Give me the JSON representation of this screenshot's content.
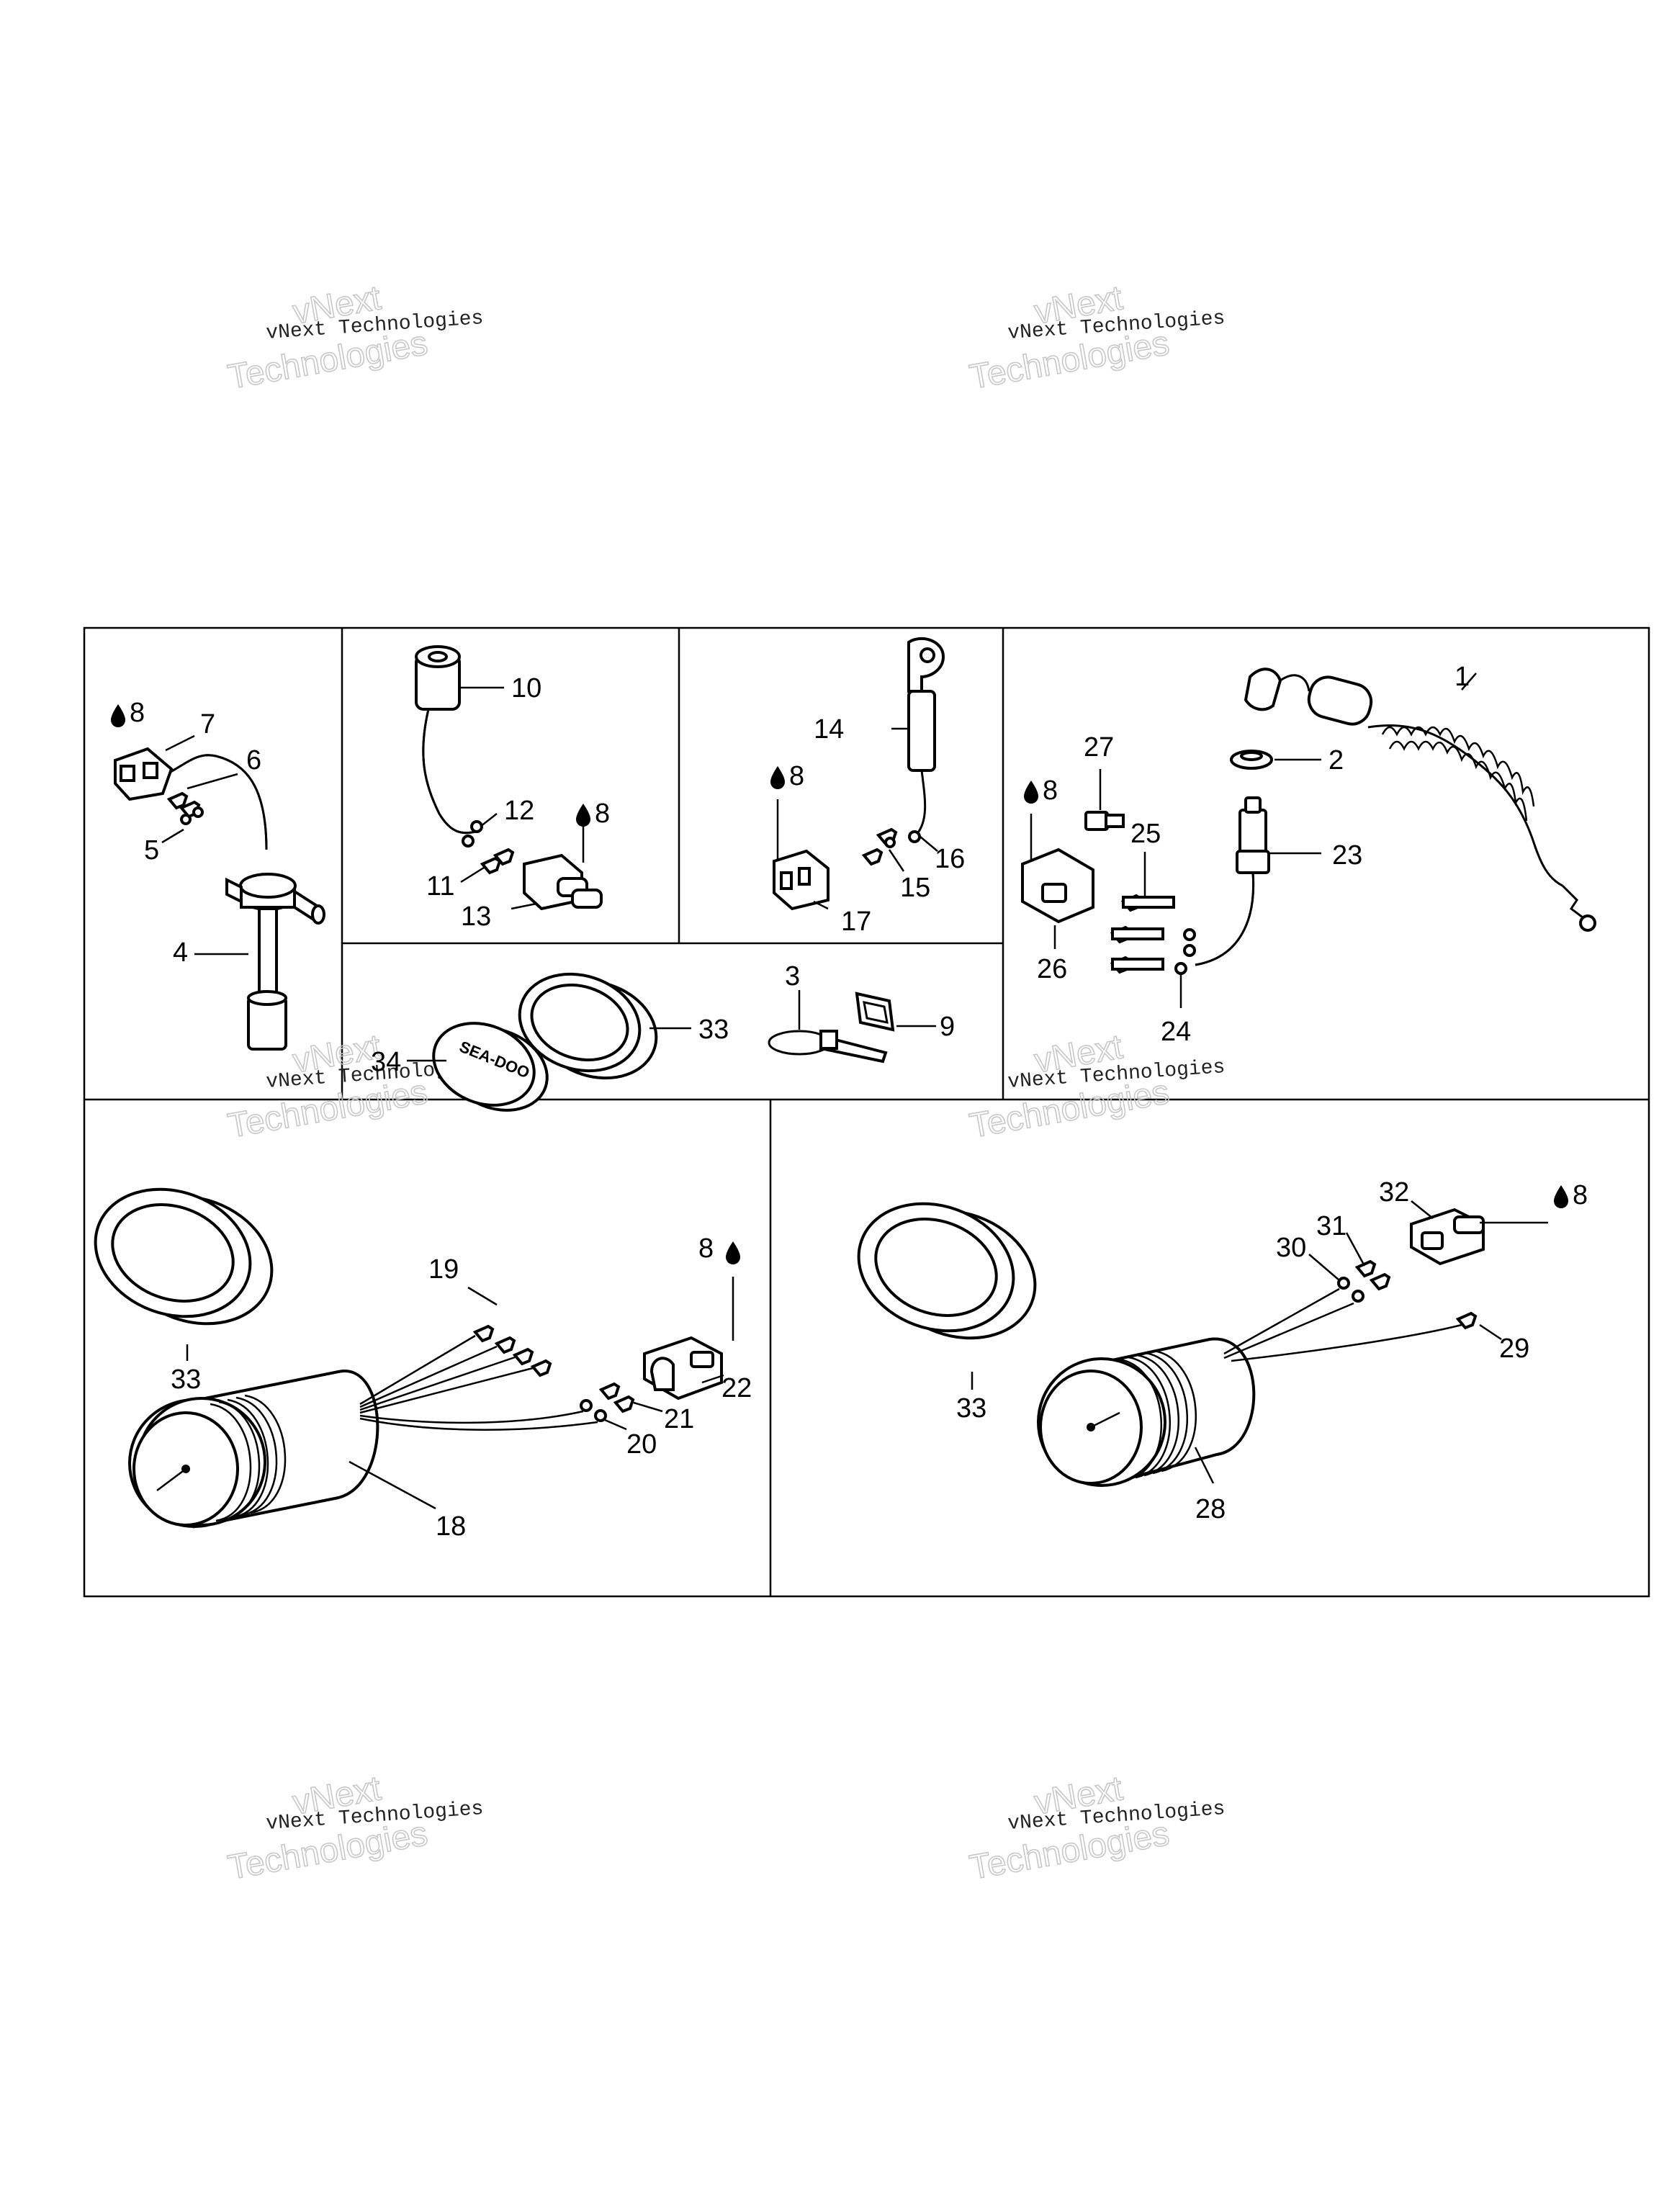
{
  "watermark": {
    "line1": "vNext",
    "line2": "vNext Technologies",
    "line3": "Technologies"
  },
  "callouts": [
    "1",
    "2",
    "3",
    "4",
    "5",
    "6",
    "7",
    "8",
    "9",
    "10",
    "11",
    "12",
    "13",
    "14",
    "15",
    "16",
    "17",
    "18",
    "19",
    "20",
    "21",
    "22",
    "23",
    "24",
    "25",
    "26",
    "27",
    "28",
    "29",
    "30",
    "31",
    "32",
    "33",
    "34"
  ],
  "part_sets": [
    {
      "name": "fuel-level-sensor",
      "parts": [
        "4",
        "5",
        "6",
        "7",
        "8"
      ]
    },
    {
      "name": "sensor-harness",
      "parts": [
        "10",
        "11",
        "12",
        "13",
        "8"
      ]
    },
    {
      "name": "ground-lead",
      "parts": [
        "14",
        "15",
        "16",
        "17",
        "8"
      ]
    },
    {
      "name": "safety-lanyard-switch",
      "parts": [
        "1",
        "2",
        "23",
        "24",
        "25",
        "26",
        "27",
        "8"
      ]
    },
    {
      "name": "bezel-and-fasteners",
      "parts": [
        "3",
        "9",
        "33",
        "34"
      ]
    },
    {
      "name": "speedometer-gauge",
      "parts": [
        "18",
        "19",
        "20",
        "21",
        "22",
        "33",
        "8"
      ]
    },
    {
      "name": "fuel-gauge",
      "parts": [
        "28",
        "29",
        "30",
        "31",
        "32",
        "33",
        "8"
      ]
    }
  ],
  "cap_logo_text": "SEA-DOO",
  "colors": {
    "line": "#000000",
    "background": "#ffffff",
    "watermark": "#c8c8c8"
  }
}
